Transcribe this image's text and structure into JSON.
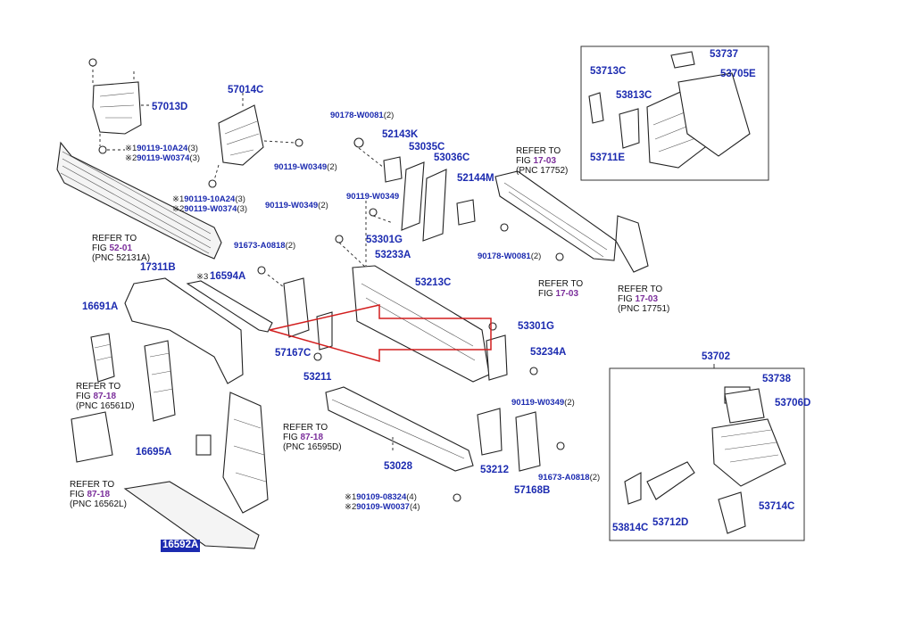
{
  "parts": {
    "p57013D": "57013D",
    "p57014C": "57014C",
    "p17311B": "17311B",
    "p16594A": "16594A",
    "p16691A": "16691A",
    "p16695A": "16695A",
    "p16592A": "16592A",
    "p57167C": "57167C",
    "p53211": "53211",
    "p53213C": "53213C",
    "p53028": "53028",
    "p53212": "53212",
    "p57168B": "57168B",
    "p53234A": "53234A",
    "p53301G_a": "53301G",
    "p53301G_b": "53301G",
    "p53233A": "53233A",
    "p52143K": "52143K",
    "p53035C": "53035C",
    "p53036C": "53036C",
    "p52144M": "52144M",
    "p53737": "53737",
    "p53713C": "53713C",
    "p53705E": "53705E",
    "p53813C": "53813C",
    "p53711E": "53711E",
    "p53702": "53702",
    "p53738": "53738",
    "p53706D": "53706D",
    "p53814C": "53814C",
    "p53712D": "53712D",
    "p53714C": "53714C"
  },
  "fasteners": {
    "f1_sym": "※1",
    "f1_code": "90119-10A24",
    "f1_qty": "(3)",
    "f2_sym": "※2",
    "f2_code": "90119-W0374",
    "f2_qty": "(3)",
    "f3_sym": "※1",
    "f3_code": "90119-10A24",
    "f3_qty": "(3)",
    "f4_sym": "※2",
    "f4_code": "90119-W0374",
    "f4_qty": "(3)",
    "f5_code": "90119-W0349",
    "f5_qty": "(2)",
    "f6_code": "90119-W0349",
    "f6_qty": "(2)",
    "f7_code": "90178-W0081",
    "f7_qty": "(2)",
    "f8_code": "90119-W0349",
    "f9_code": "91673-A0818",
    "f9_qty": "(2)",
    "f10_code": "90178-W0081",
    "f10_qty": "(2)",
    "f11_code": "90119-W0349",
    "f11_qty": "(2)",
    "f12_code": "91673-A0818",
    "f12_qty": "(2)",
    "f13_sym": "※1",
    "f13_code": "90109-08324",
    "f13_qty": "(4)",
    "f14_sym": "※2",
    "f14_code": "90109-W0037",
    "f14_qty": "(4)",
    "f15_sym": "※3",
    "f15_code": "16594A"
  },
  "refs": {
    "r1_a": "REFER TO",
    "r1_b": "FIG",
    "r1_fig": "52-01",
    "r1_c": "(PNC 52131A)",
    "r2_a": "REFER TO",
    "r2_b": "FIG",
    "r2_fig": "17-03",
    "r2_c": "(PNC 17752)",
    "r3_a": "REFER TO",
    "r3_b": "FIG",
    "r3_fig": "17-03",
    "r4_a": "REFER TO",
    "r4_b": "FIG",
    "r4_fig": "17-03",
    "r4_c": "(PNC 17751)",
    "r5_a": "REFER TO",
    "r5_b": "FIG",
    "r5_fig": "87-18",
    "r5_c": "(PNC 16561D)",
    "r6_a": "REFER TO",
    "r6_b": "FIG",
    "r6_fig": "87-18",
    "r6_c": "(PNC 16595D)",
    "r7_a": "REFER TO",
    "r7_b": "FIG",
    "r7_fig": "87-18",
    "r7_c": "(PNC 16562L)"
  },
  "colors": {
    "part_number": "#1c2bb0",
    "figure_ref": "#7b2e9b",
    "highlight_arrow": "#d21e1e",
    "line": "#222222"
  }
}
